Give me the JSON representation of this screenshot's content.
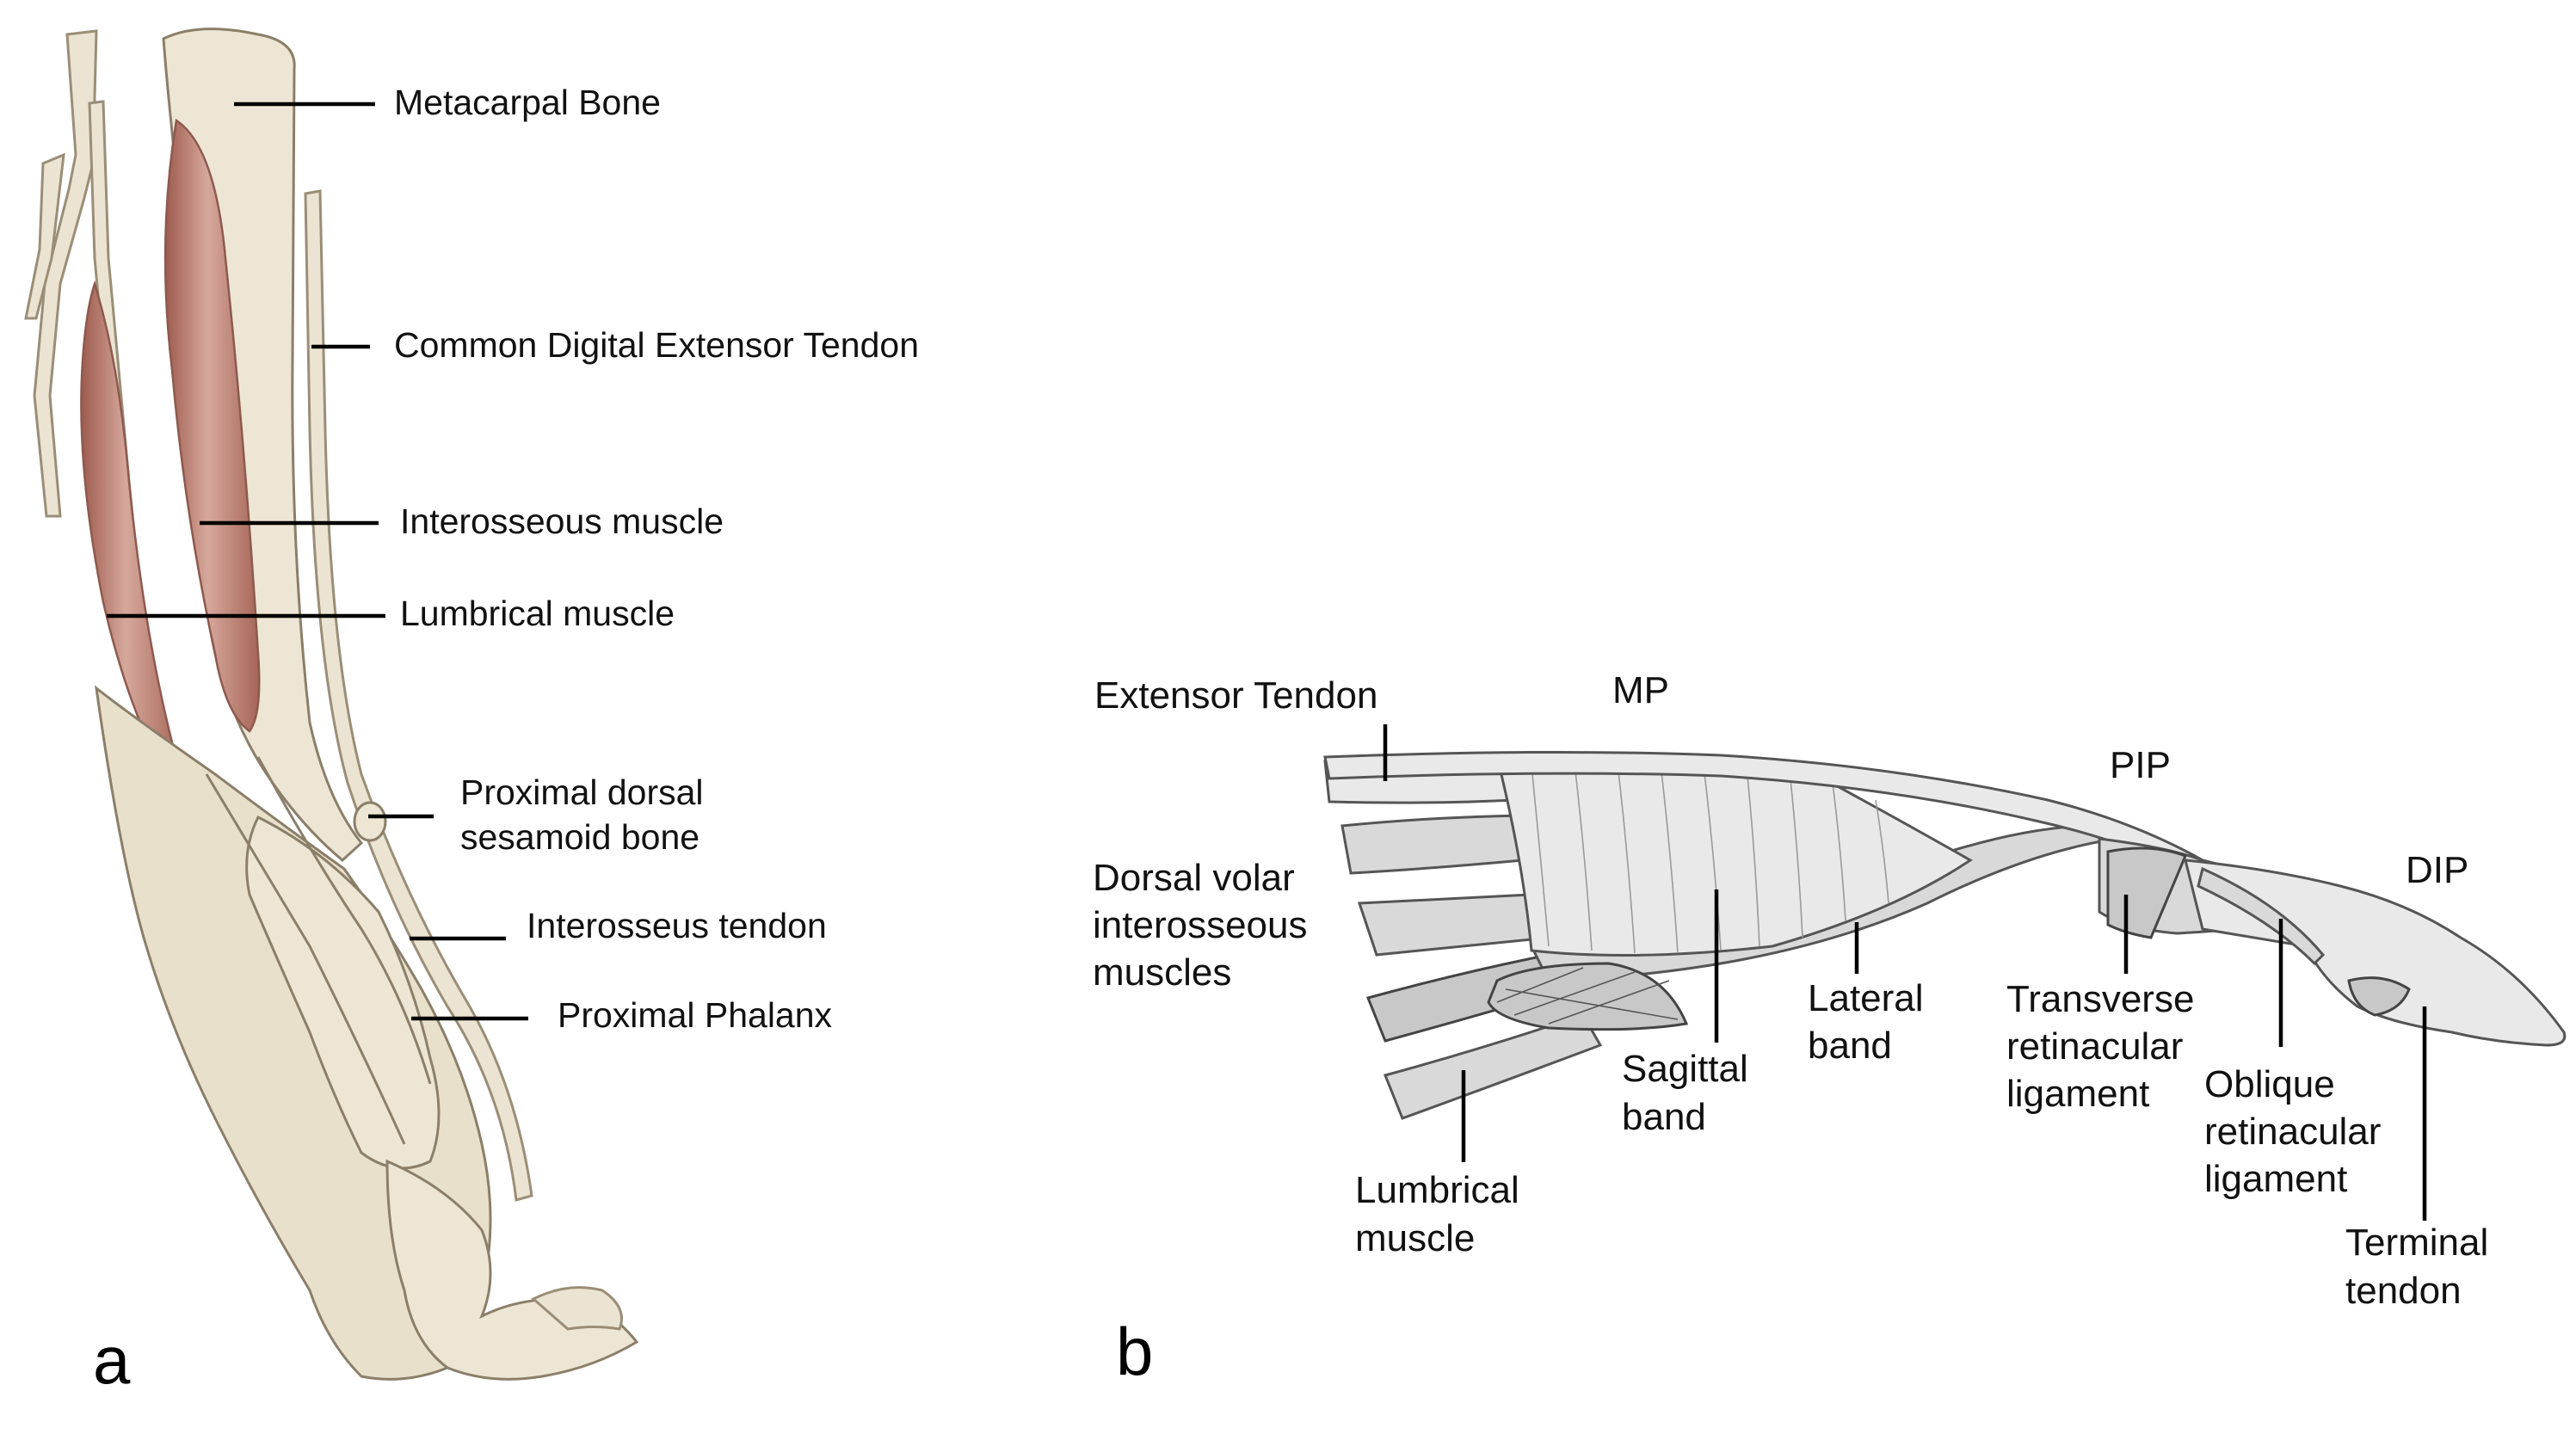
{
  "panel_a": {
    "letter": "a",
    "labels": {
      "metacarpal_bone": "Metacarpal Bone",
      "common_digital_extensor_tendon": "Common Digital Extensor Tendon",
      "interosseous_muscle": "Interosseous muscle",
      "lumbrical_muscle": "Lumbrical muscle",
      "proximal_dorsal_sesamoid_line1": "Proximal dorsal",
      "proximal_dorsal_sesamoid_line2": "sesamoid bone",
      "interosseus_tendon": "Interosseus tendon",
      "proximal_phalanx": "Proximal Phalanx"
    }
  },
  "panel_b": {
    "letter": "b",
    "labels": {
      "extensor_tendon": "Extensor Tendon",
      "mp": "MP",
      "pip": "PIP",
      "dip": "DIP",
      "dorsal_volar_line1": "Dorsal volar",
      "dorsal_volar_line2": "interosseous",
      "dorsal_volar_line3": "muscles",
      "sagittal_band_line1": "Sagittal",
      "sagittal_band_line2": "band",
      "lateral_band_line1": "Lateral",
      "lateral_band_line2": "band",
      "transverse_line1": "Transverse",
      "transverse_line2": "retinacular",
      "transverse_line3": "ligament",
      "oblique_line1": "Oblique",
      "oblique_line2": "retinacular",
      "oblique_line3": "ligament",
      "lumbrical_line1": "Lumbrical",
      "lumbrical_line2": "muscle",
      "terminal_line1": "Terminal",
      "terminal_line2": "tendon"
    }
  },
  "colors": {
    "bone": "#eee6d4",
    "muscle": "#b9776a",
    "grayscale_tissue": "#d9d9d9",
    "leader_lines": "#000000"
  }
}
